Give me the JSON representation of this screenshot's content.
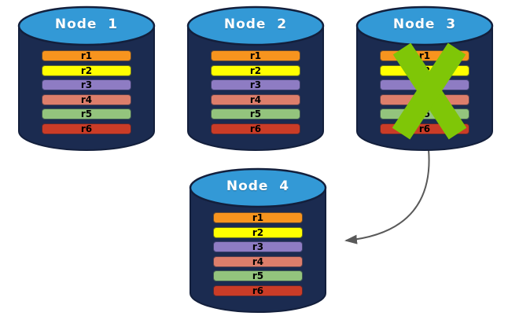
{
  "diagram": {
    "description_labels": {
      "node1_title": "Node  1",
      "node2_title": "Node  2",
      "node3_title": "Node  3",
      "node4_title": "Node  4"
    }
  },
  "nodes": [
    {
      "title": "Node  1",
      "failed": false
    },
    {
      "title": "Node  2",
      "failed": false
    },
    {
      "title": "Node  3",
      "failed": true
    },
    {
      "title": "Node  4",
      "failed": false
    }
  ],
  "records": [
    {
      "label": "r1",
      "color": "#F7941E"
    },
    {
      "label": "r2",
      "color": "#FFFF00"
    },
    {
      "label": "r3",
      "color": "#8E7CC3"
    },
    {
      "label": "r4",
      "color": "#DD7E6B"
    },
    {
      "label": "r5",
      "color": "#93C47D"
    },
    {
      "label": "r6",
      "color": "#CA3C27"
    }
  ],
  "colors": {
    "cylinder_body": "#1B2B50",
    "cylinder_outline": "#131F3C",
    "cylinder_top": "#3399D6",
    "failure_x": "#7FC607",
    "arrow": "#595959"
  }
}
